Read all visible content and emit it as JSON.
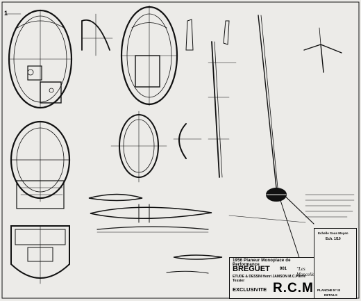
{
  "drawing": {
    "sheet_number": "1",
    "title_block": {
      "line1": "1956 Planeur Monoplace de Performance",
      "line2_main": "BREGUET",
      "line2_model": "901",
      "line2_name": "\"Les Moncelle\"",
      "line3": "ETUDE & DESSIN  Henri JAMSON     M.C.Pierre Tessier",
      "line4": "EXCLUSIVITE",
      "publisher": "R.C.M."
    },
    "side_block": {
      "header": "Echelle  Sous Moyen",
      "scale": "Ech. 1/10",
      "plan_no": "PLANCHE N° III",
      "section": "DETAILS"
    }
  }
}
